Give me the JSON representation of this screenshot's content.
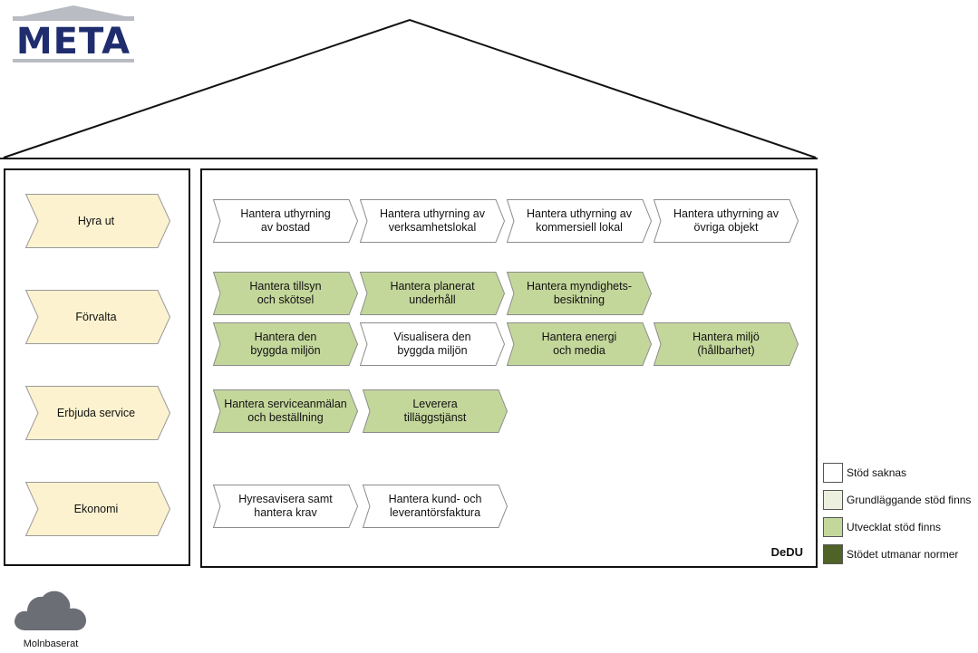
{
  "logo": {
    "text": "META"
  },
  "main_box_label": "DeDU",
  "colors": {
    "process": "#fdf2cf",
    "none": "#ffffff",
    "basic": "#ebf1de",
    "developed": "#c4d79b",
    "challenges": "#4f6228"
  },
  "processes": [
    {
      "label": "Hyra ut"
    },
    {
      "label": "Förvalta"
    },
    {
      "label": "Erbjuda service"
    },
    {
      "label": "Ekonomi"
    }
  ],
  "capabilities": [
    {
      "label": "Hantera uthyrning\nav bostad",
      "support": "none"
    },
    {
      "label": "Hantera uthyrning av\nverksamhetslokal",
      "support": "none"
    },
    {
      "label": "Hantera uthyrning av\nkommersiell lokal",
      "support": "none"
    },
    {
      "label": "Hantera uthyrning av\növriga objekt",
      "support": "none"
    },
    {
      "label": "Hantera tillsyn\noch skötsel",
      "support": "developed"
    },
    {
      "label": "Hantera planerat\nunderhåll",
      "support": "developed"
    },
    {
      "label": "Hantera myndighets-\nbesiktning",
      "support": "developed"
    },
    {
      "label": "Hantera den\nbyggda miljön",
      "support": "developed"
    },
    {
      "label": "Visualisera den\nbyggda miljön",
      "support": "none"
    },
    {
      "label": "Hantera energi\noch media",
      "support": "developed"
    },
    {
      "label": "Hantera miljö\n(hållbarhet)",
      "support": "developed"
    },
    {
      "label": "Hantera serviceanmälan\noch beställning",
      "support": "developed"
    },
    {
      "label": "Leverera\ntilläggstjänst",
      "support": "developed"
    },
    {
      "label": "Hyresavisera samt\nhantera krav",
      "support": "none"
    },
    {
      "label": "Hantera kund- och\nleverantörsfaktura",
      "support": "none"
    }
  ],
  "legend": [
    {
      "label": "Stöd saknas",
      "color": "#ffffff"
    },
    {
      "label": "Grundläggande stöd finns",
      "color": "#ebf1de"
    },
    {
      "label": "Utvecklat stöd finns",
      "color": "#c4d79b"
    },
    {
      "label": "Stödet utmanar normer",
      "color": "#4f6228"
    }
  ],
  "cloud": {
    "label": "Molnbaserat"
  }
}
